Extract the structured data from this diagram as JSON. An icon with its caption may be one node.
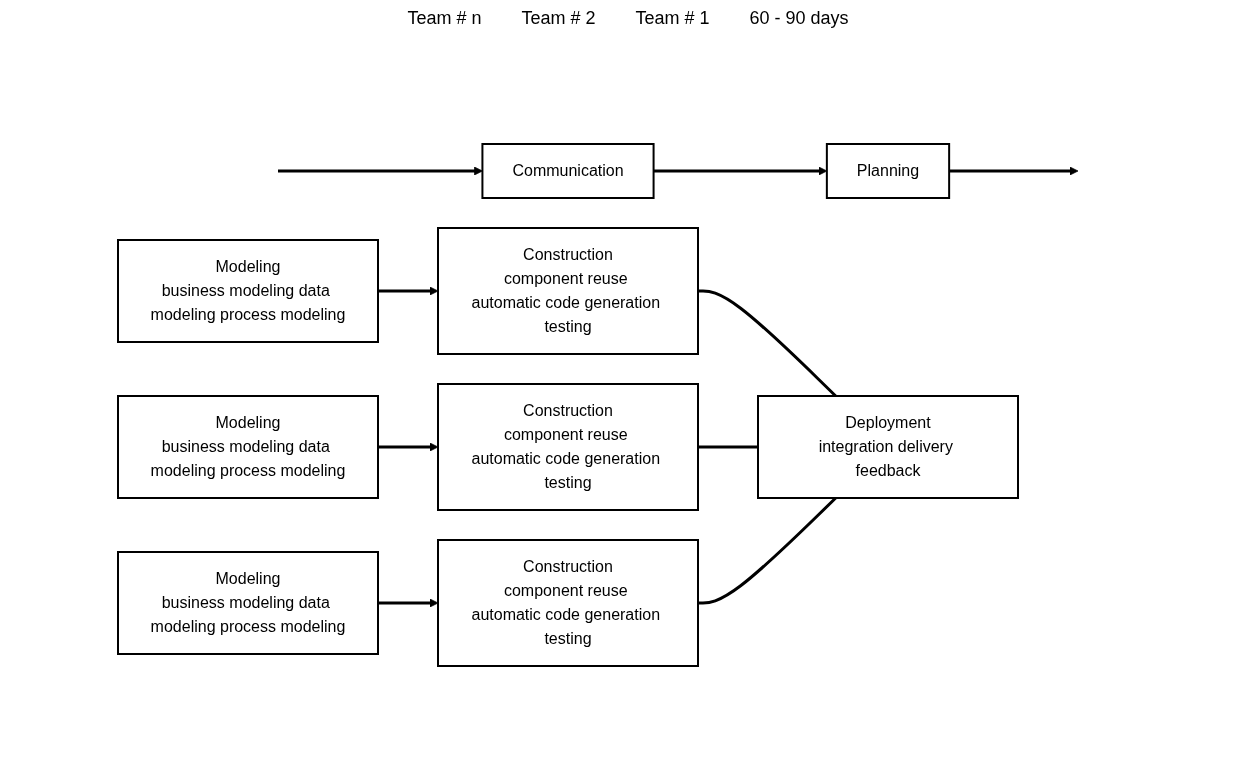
{
  "diagram": {
    "nodes": [
      {
        "text": [
          "Communication"
        ]
      },
      {
        "text": [
          "Planning"
        ]
      },
      {
        "text": [
          "Modeling",
          "business modeling data modeling process modeling"
        ]
      },
      {
        "text": [
          "Construction",
          "component reuse automatic code generation testing"
        ]
      },
      {
        "text": [
          "Modeling",
          "business modeling data modeling process modeling"
        ]
      },
      {
        "text": [
          "Construction",
          "component reuse automatic code generation testing"
        ]
      },
      {
        "text": [
          "Modeling",
          "business modeling data modeling process modeling"
        ]
      },
      {
        "text": [
          "Construction",
          "component reuse automatic code generation testing"
        ]
      },
      {
        "text": [
          "Deployment",
          "integration delivery feedback"
        ]
      }
    ],
    "edges": [
      {
        "from": null,
        "to": 0,
        "arrow": "to"
      },
      {
        "from": 0,
        "to": 1,
        "arrow": "to"
      },
      {
        "from": 1,
        "to": null,
        "arrow": "to"
      },
      {
        "from": 2,
        "to": 3,
        "arrow": "to"
      },
      {
        "from": 4,
        "to": 5,
        "arrow": "to"
      },
      {
        "from": 6,
        "to": 7,
        "arrow": "to"
      },
      {
        "from": 3,
        "to": 8,
        "arrow": "none"
      },
      {
        "from": 5,
        "to": 8,
        "arrow": "none"
      },
      {
        "from": 7,
        "to": 8,
        "arrow": "none"
      }
    ],
    "labels": [
      "Team # n",
      "Team # 2",
      "Team # 1",
      "60 - 90 days"
    ]
  }
}
